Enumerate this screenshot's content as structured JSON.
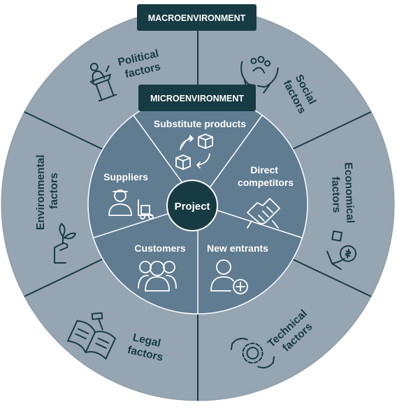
{
  "macro_label": "MACROENVIRONMENT",
  "micro_label": "MICROENVIRONMENT",
  "center_label": "Project",
  "outer_segments": [
    {
      "id": "political",
      "lines": [
        "Political",
        "factors"
      ],
      "icon": "podium-speaker-icon"
    },
    {
      "id": "social",
      "lines": [
        "Social",
        "factors"
      ],
      "icon": "hands-people-icon"
    },
    {
      "id": "economical",
      "lines": [
        "Economical",
        "factors"
      ],
      "icon": "hand-money-icon"
    },
    {
      "id": "technical",
      "lines": [
        "Technical",
        "factors"
      ],
      "icon": "gear-hands-icon"
    },
    {
      "id": "legal",
      "lines": [
        "Legal",
        "factors"
      ],
      "icon": "law-book-gavel-icon"
    },
    {
      "id": "environmental",
      "lines": [
        "Environmental",
        "factors"
      ],
      "icon": "hand-plant-icon"
    }
  ],
  "inner_segments": [
    {
      "id": "substitute",
      "lines": [
        "Substitute products"
      ],
      "icon": "boxes-exchange-icon"
    },
    {
      "id": "competitors",
      "lines": [
        "Direct",
        "competitors"
      ],
      "icon": "handshake-icon"
    },
    {
      "id": "entrants",
      "lines": [
        "New entrants"
      ],
      "icon": "user-add-icon"
    },
    {
      "id": "customers",
      "lines": [
        "Customers"
      ],
      "icon": "user-group-icon"
    },
    {
      "id": "suppliers",
      "lines": [
        "Suppliers"
      ],
      "icon": "delivery-worker-icon"
    }
  ],
  "colors": {
    "outer_ring": "#95a6b2",
    "inner_ring": "#5f7c91",
    "center": "#173b43",
    "dark": "#173b43",
    "box": "#173b43"
  }
}
